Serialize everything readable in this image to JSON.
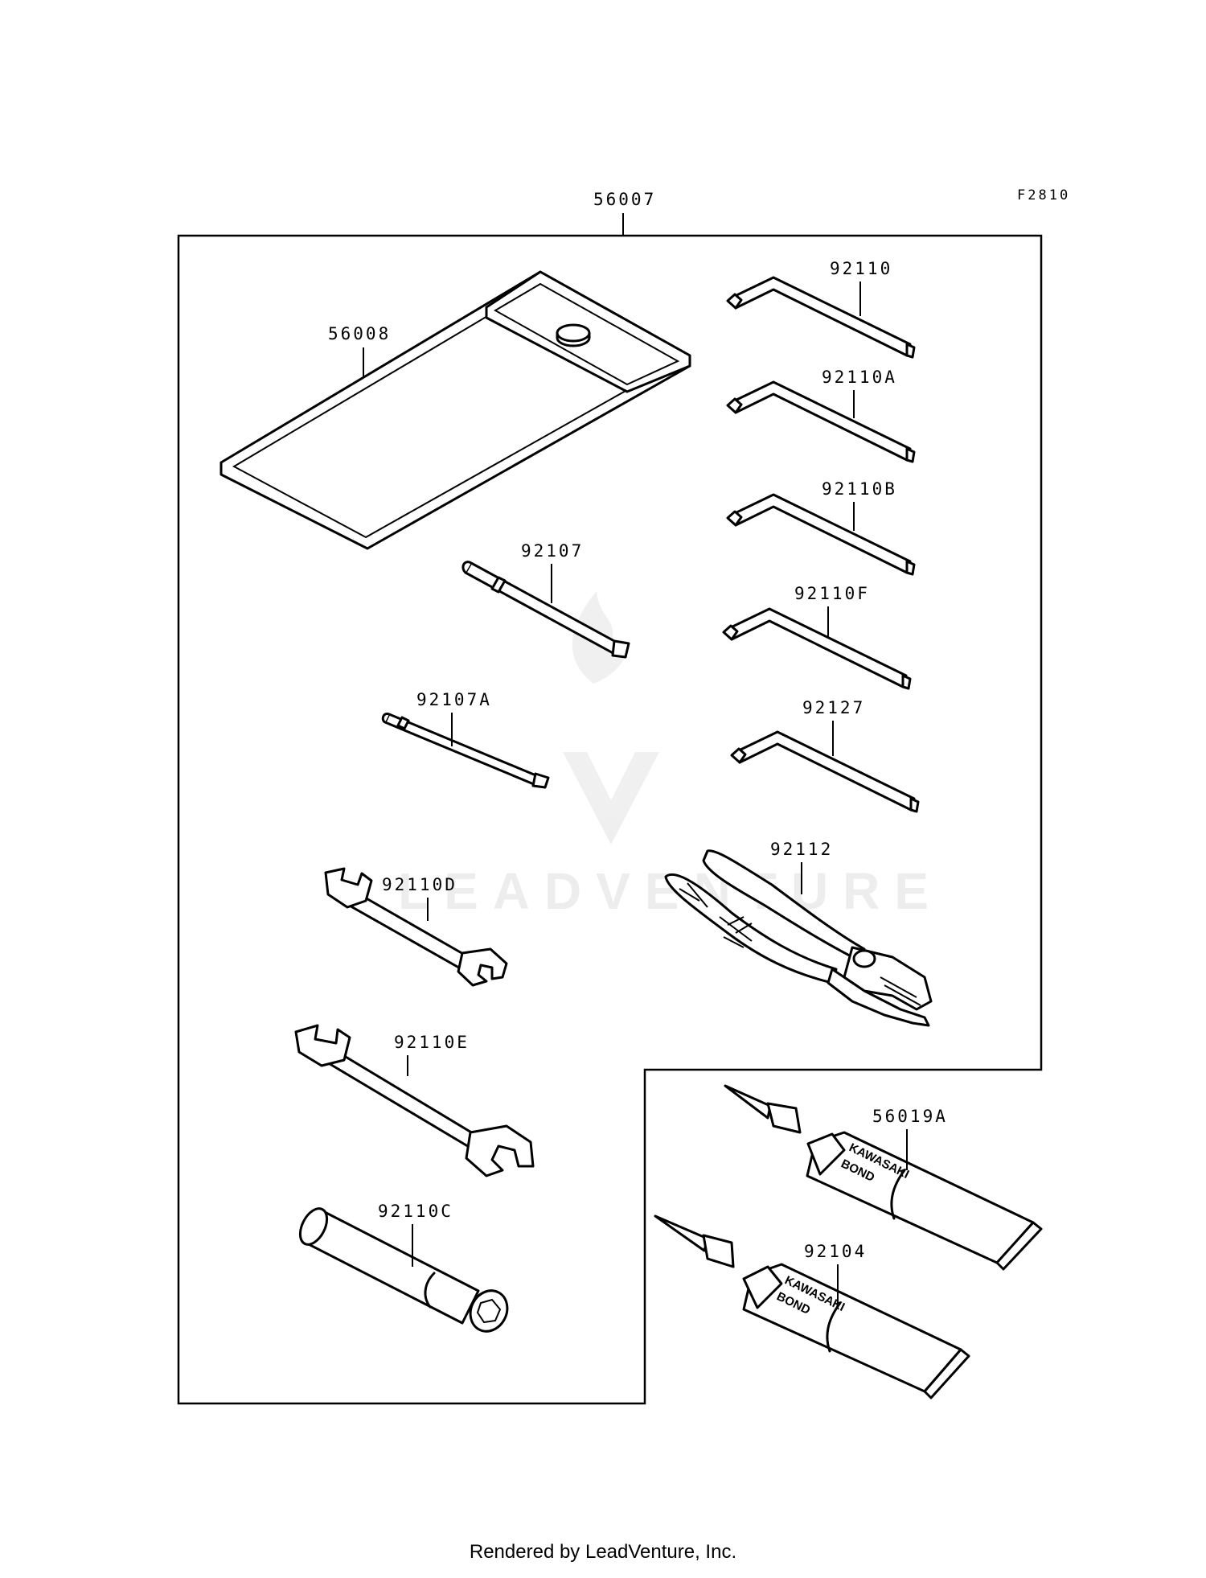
{
  "figure_code": "F2810",
  "assembly": "56007",
  "footer": "Rendered by LeadVenture, Inc.",
  "watermark": "LEADVENTURE",
  "parts": {
    "pouch": "56008",
    "driver": "92107",
    "driver_a": "92107A",
    "wrench_d": "92110D",
    "wrench_e": "92110E",
    "box_wrench": "92110C",
    "hex_1": "92110",
    "hex_2": "92110A",
    "hex_3": "92110B",
    "hex_4": "92110F",
    "hex_5": "92127",
    "pliers": "92112",
    "bond_a": "56019A",
    "bond_b": "92104"
  },
  "tube_label_line1": "KAWASAKI",
  "tube_label_line2": "BOND"
}
